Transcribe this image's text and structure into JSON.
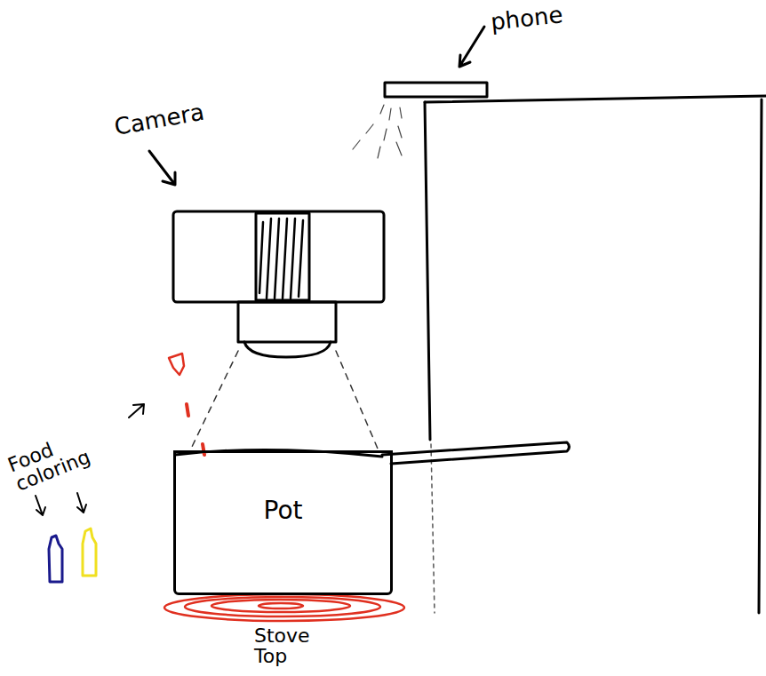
{
  "diagram": {
    "nodes": [
      {
        "text": [
          "Pot"
        ]
      }
    ],
    "labels": [
      "phone",
      "Camera",
      "Food coloring",
      "Stove Top"
    ]
  }
}
